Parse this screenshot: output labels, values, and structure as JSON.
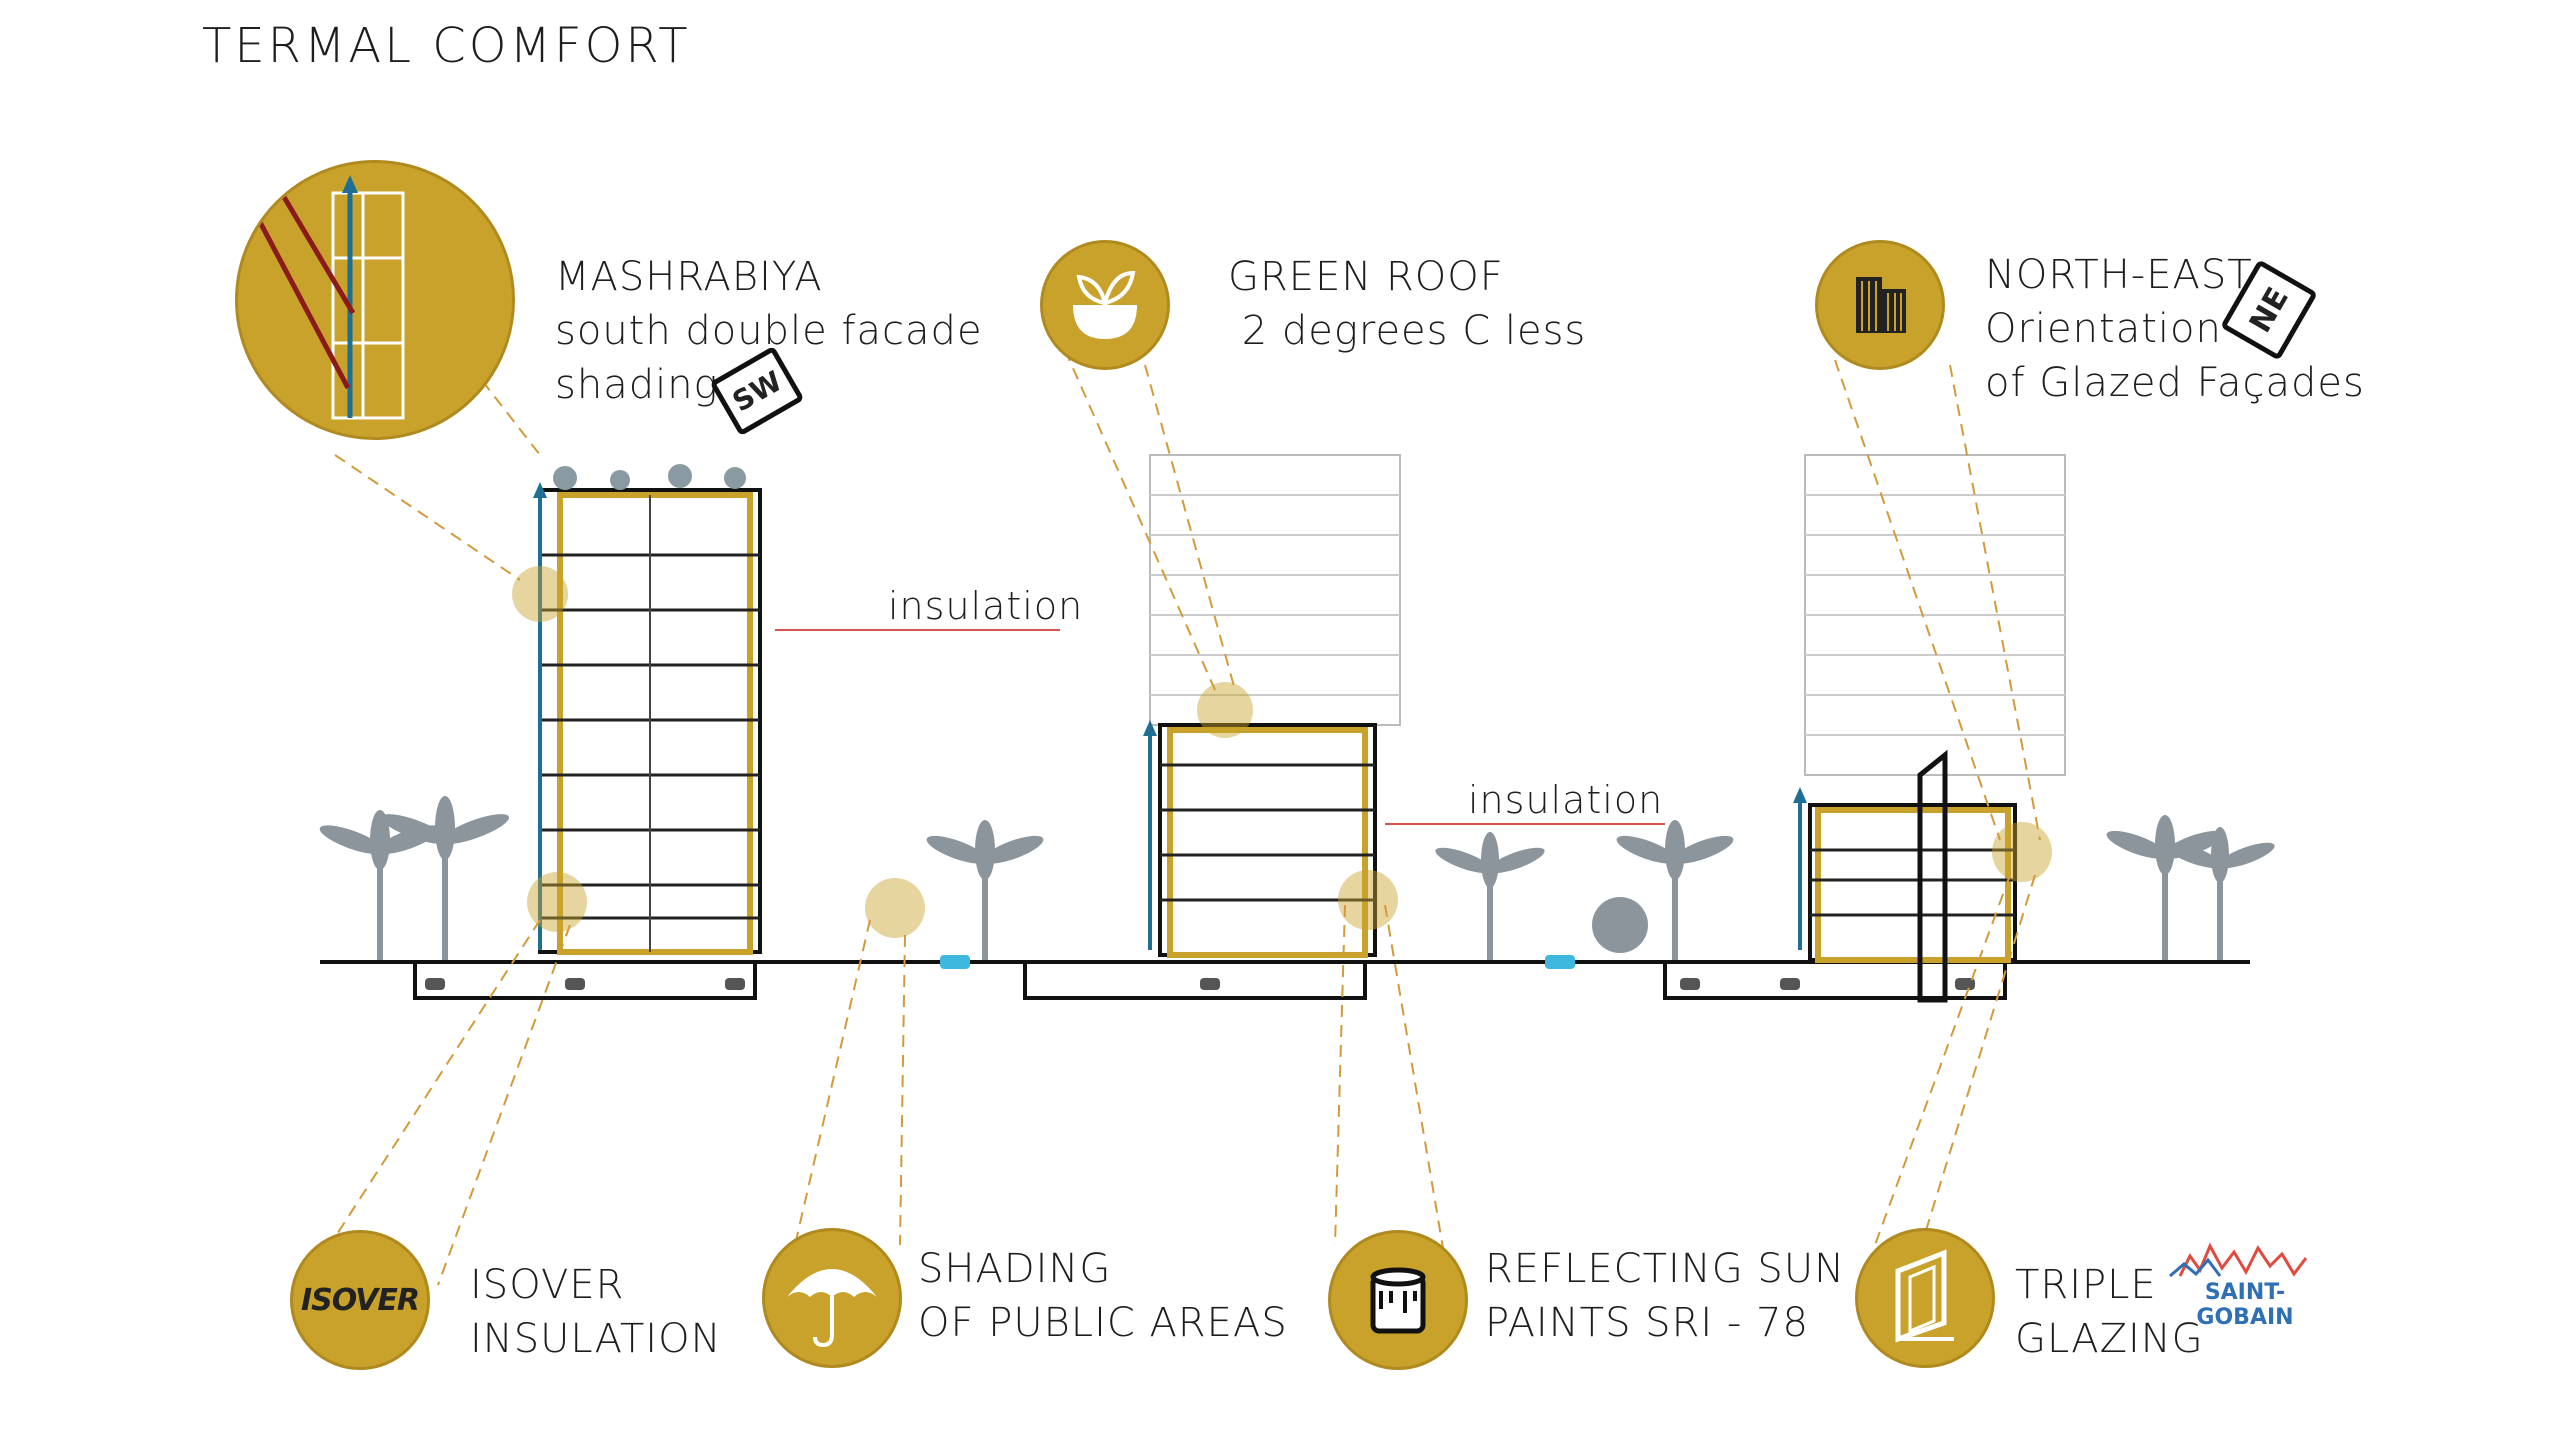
{
  "title": "TERMAL COMFORT",
  "colors": {
    "gold": "#c9a22b",
    "gold_line": "#d49a3a",
    "blue": "#1f6f95",
    "red_arrow": "#8b1a1a",
    "insulation_line": "#d9534f"
  },
  "top_labels": [
    {
      "id": "mashrabiya",
      "lines": [
        "MASHRABIYA",
        "south double facade",
        "shading"
      ],
      "badge": "SW",
      "icon": "facade-section-icon"
    },
    {
      "id": "green_roof",
      "lines": [
        "GREEN ROOF",
        " 2 degrees C less"
      ],
      "icon": "plant-bowl-icon"
    },
    {
      "id": "orientation",
      "lines": [
        "NORTH-EAST",
        "Orientation",
        "of Glazed Façades"
      ],
      "badge": "NE",
      "icon": "buildings-icon"
    }
  ],
  "insulation_labels": [
    "insulation",
    "insulation"
  ],
  "bottom_labels": [
    {
      "id": "isover",
      "lines": [
        "ISOVER",
        "INSULATION"
      ],
      "logo": "ISOVER",
      "icon": "isover-logo"
    },
    {
      "id": "shading",
      "lines": [
        "SHADING",
        "OF PUBLIC AREAS"
      ],
      "icon": "umbrella-icon"
    },
    {
      "id": "paints",
      "lines": [
        "REFLECTING SUN",
        "PAINTS SRI - 78"
      ],
      "icon": "paint-bucket-icon"
    },
    {
      "id": "glazing",
      "lines": [
        "TRIPLE",
        "GLAZING"
      ],
      "logo": "SAINT-GOBAIN",
      "icon": "window-frame-icon"
    }
  ]
}
